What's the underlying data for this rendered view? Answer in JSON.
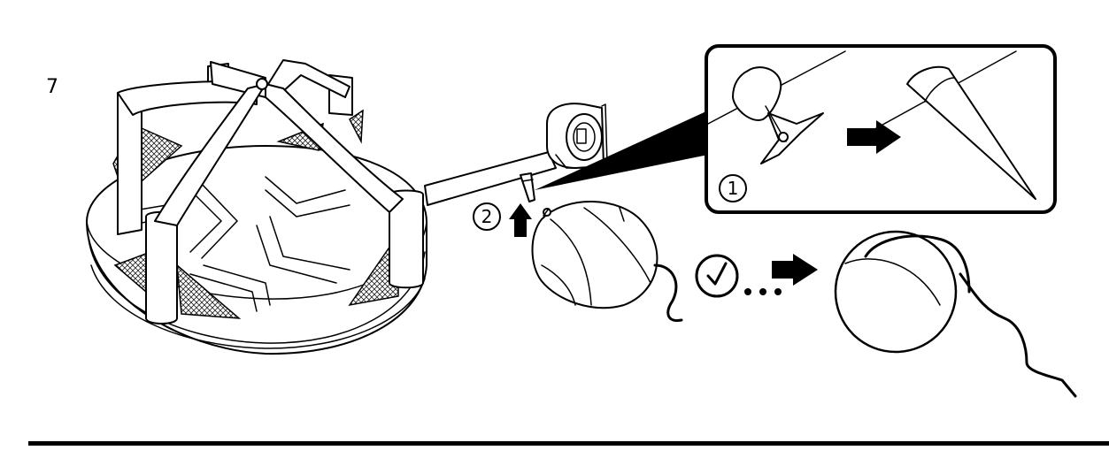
{
  "step": "7",
  "callouts": {
    "one": "1",
    "two": "2"
  },
  "icons": {
    "timer": "clock-icon",
    "arrow": "right-arrow-icon",
    "up": "up-arrow-icon"
  },
  "colors": {
    "ink": "#000000",
    "paper": "#ffffff",
    "mesh": "#333333"
  }
}
